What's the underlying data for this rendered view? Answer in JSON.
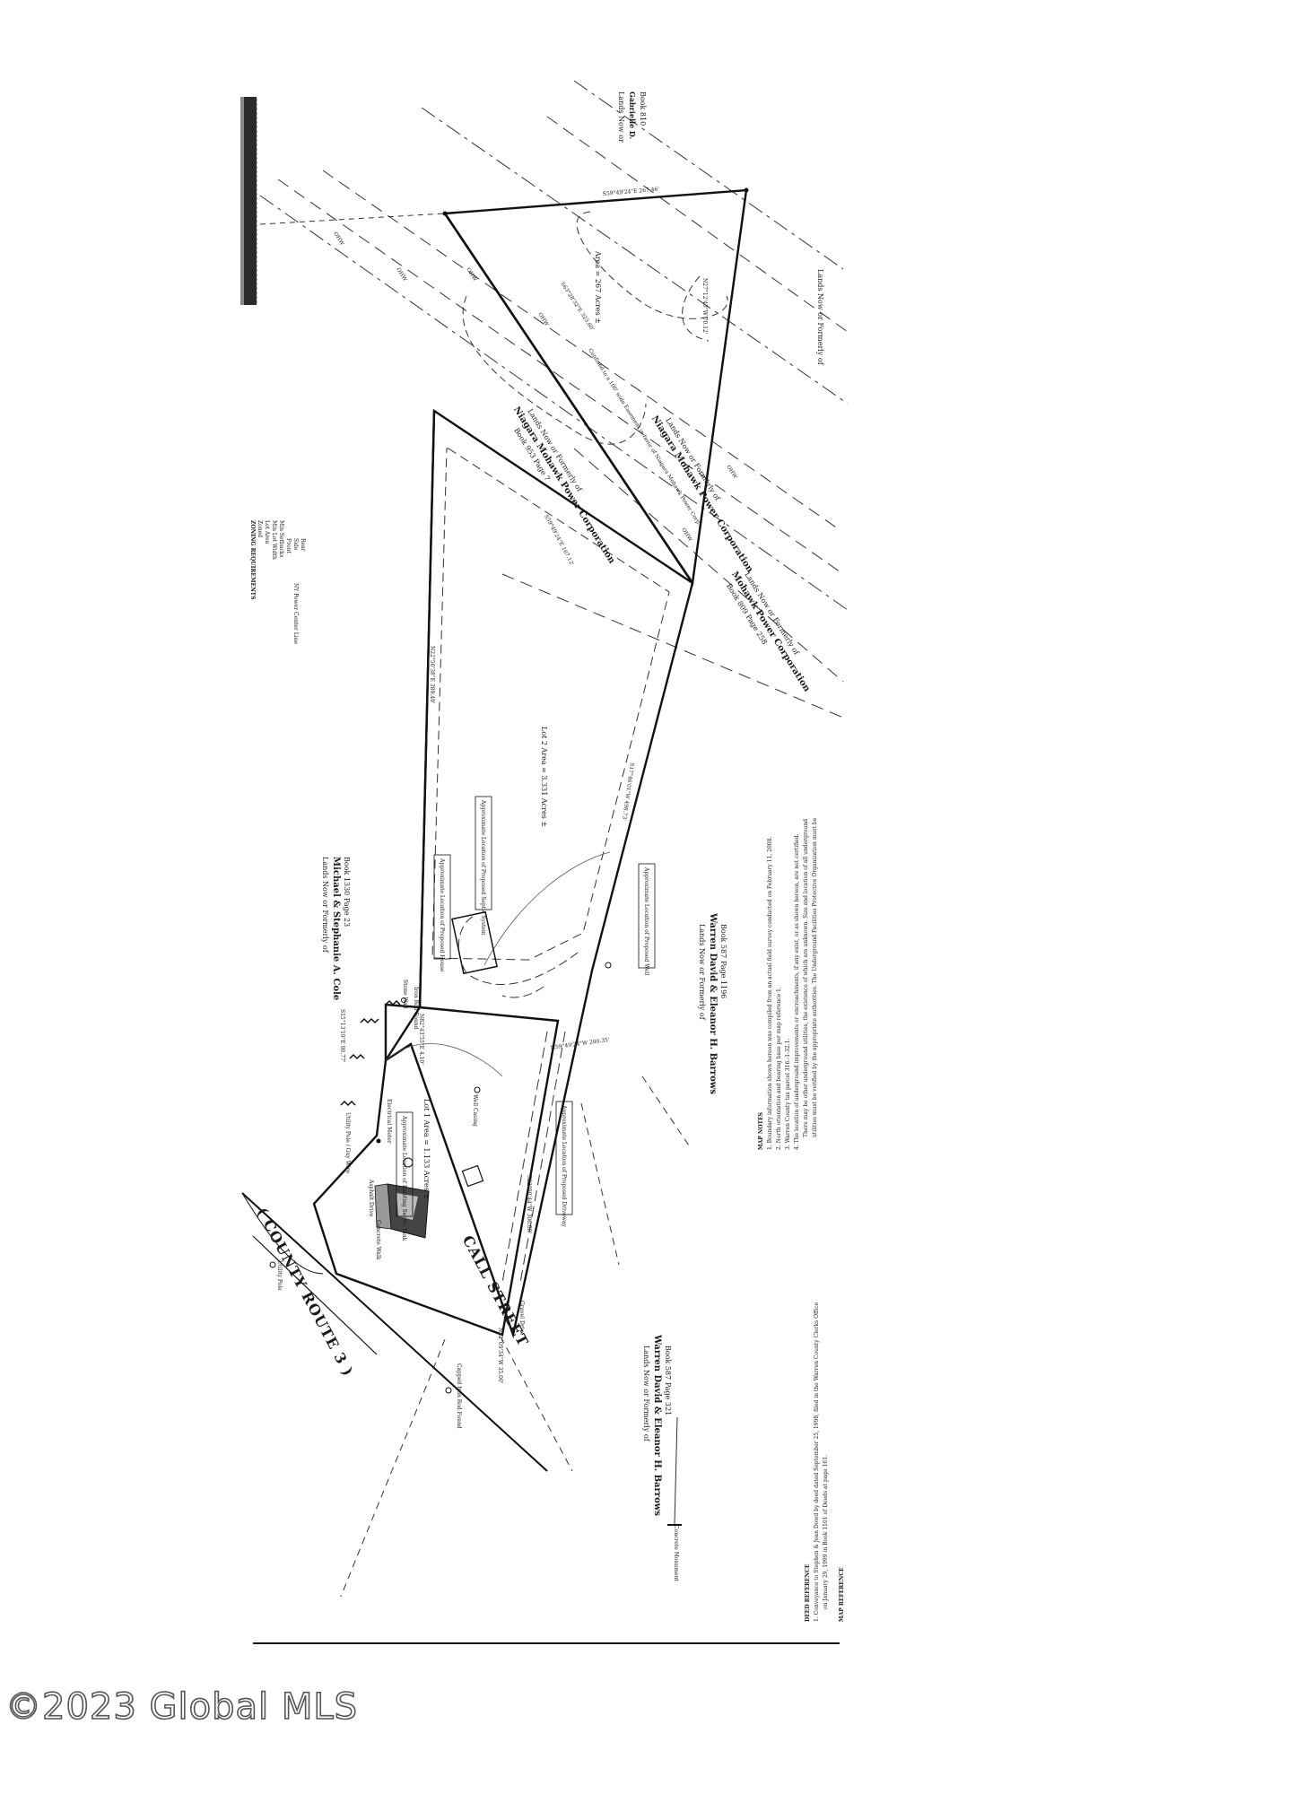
{
  "watermark": "©2023 Global MLS",
  "road": {
    "line1": "CALL STREET",
    "line2": "( COUNTY ROUTE 3 )"
  },
  "owners": {
    "north": [
      "Lands Now or Formerly of",
      "Michael & Stephanie A. Cole",
      "Book 1330 Page 23"
    ],
    "south_rear": [
      "Lands Now or Formerly of",
      "Warren David & Eleanor H. Barrows",
      "Book 587 Page 1196"
    ],
    "south_front": [
      "Lands Now or Formerly of",
      "Warren David & Eleanor H. Barrows",
      "Book 587 Page 321"
    ],
    "niagara_1": [
      "Lands Now or Formerly of",
      "Niagara Mohawk Power Corporation",
      "Book 953 Page 7"
    ],
    "niagara_2": [
      "Lands Now or Formerly of",
      "Niagara Mohawk Power Corporation"
    ],
    "niagara_3": [
      "Lands Now or Formerly of",
      "Mohawk Power Corporation",
      "Book 809 Page 258"
    ],
    "gabrielle": [
      "Lands Now or",
      "Gabrielle D.",
      "Book 810"
    ],
    "east": [
      "Lands Now or Formerly of"
    ]
  },
  "lots": {
    "lot1": "Lot 1 Area = 1.133 Acres ±",
    "lot2": "Lot 2 Area = 3.331 Acres ±",
    "area3": "Area = 267 Acres ±"
  },
  "labels": {
    "iron_rod": "Iron Rod Found",
    "capped_iron": "Capped Iron Rod Found",
    "utility_pole": "Utility Pole",
    "stone_wall": "Stone Wall",
    "gravel_drive": "Gravel Drive",
    "well": "Well Casing",
    "septic": "Approximate Location of Existing Septic Tank",
    "house": "Approximate Location of Proposed House",
    "septic_prop": "Approximate Location of Proposed Septic System",
    "driveway": "Approximate Location of Proposed Driveway",
    "well_prop": "Approximate Location of Proposed Well",
    "concrete_monument": "Concrete Monument",
    "electrical_meter": "Electrical Meter",
    "asphalt": "Asphalt Drive",
    "concrete_walk": "Concrete Walk",
    "wire": "Utility Pole / Guy Wire"
  },
  "bearings": [
    "N22°50'38\"E 389.49'",
    "N82°43'55\"E 4.10'",
    "S59°49'24\"E 167.12'",
    "S22°00'44\"W 306.88'",
    "S17°46'01\"W 498.73'",
    "S63°28'32\"E 323.60'",
    "N59°49'24\"W 200.35'",
    "S15°13'19\"E 90.77'",
    "N22°09'34\"W 35.00'",
    "N27°12'43\"W 70.12'",
    "S59°49'24\"E 267.46'"
  ],
  "zoning": {
    "title": "ZONING REQUIREMENTS",
    "rows": [
      "Zoned",
      "Lot Area",
      "Min Lot Width",
      "Min Setbacks",
      "Front",
      "Side",
      "Rear",
      "NY Power Center Line"
    ]
  },
  "map_notes": {
    "title": "MAP NOTES",
    "items": [
      "1.  Boundary information shown hereon was compiled from an actual field survey conducted on February 11, 2008.",
      "2.  North orientation and bearing base per map reference 1.",
      "3.  Warren County tax parcel 316.-1-32.1.",
      "4.  The location of underground improvements or encroachments, if any exist, or as shown hereon, are not certified.",
      "There may be other underground utilities, the existence of which are unknown. Size and location of all underground",
      "utilities must be verified by the appropriate authorities. The Underground Facilities Protective Organization must be"
    ]
  },
  "deed_ref": {
    "title": "DEED REFERENCE",
    "items": [
      "1.  Conveyance to Stephen & Jean Dowd by deed dated September 25, 1998, filed in the Warren County Clerks Office",
      "on January 29, 1999 in Book 1101 of Deeds at page 161."
    ],
    "map_ref": "MAP REFERENCE"
  },
  "power_line": {
    "ohw": "OHW",
    "easement": "Confined to a 100' wide Easement in favor of Niagara Mohawk Power Corp."
  }
}
